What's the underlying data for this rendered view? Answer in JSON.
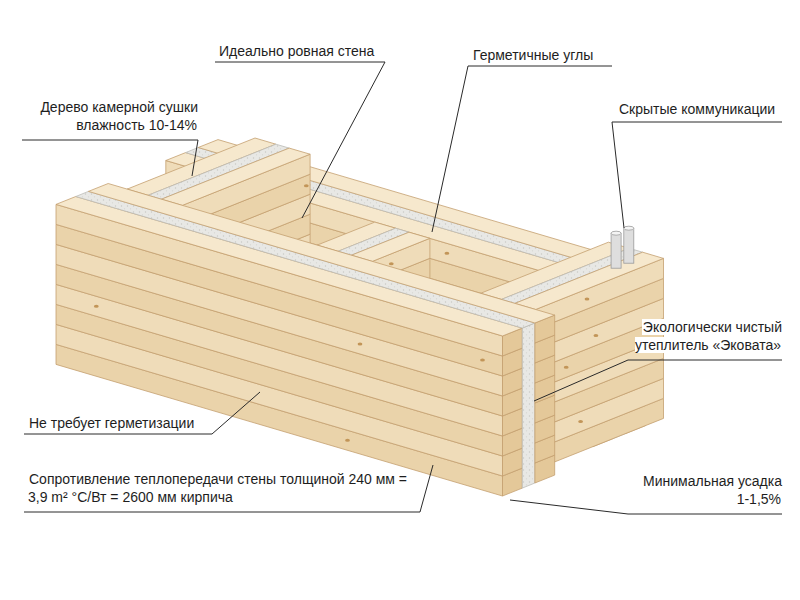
{
  "diagram": {
    "labels": [
      "Идеально ровная стена",
      "Герметичные углы",
      "Дерево камерной сушки влажность 10-14%",
      "Скрытые коммуникации",
      "Экологически чистый утеплитель «Эковата»",
      "Не требует герметизации",
      "Сопротивление теплопередачи стены толщиной 240 мм = 3,9 m² °C/Вт = 2600 мм кирпича",
      "Минимальная усадка 1-1,5%"
    ]
  }
}
